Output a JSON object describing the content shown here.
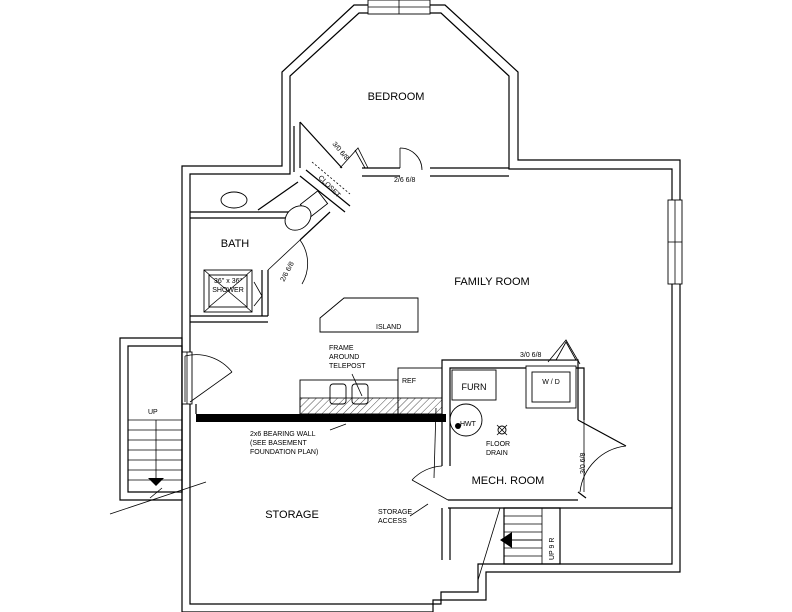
{
  "rooms": {
    "bedroom": "BEDROOM",
    "family_room": "FAMILY ROOM",
    "bath": "BATH",
    "storage": "STORAGE",
    "mech_room": "MECH. ROOM"
  },
  "labels": {
    "shower_line1": "36\" x 36\"",
    "shower_line2": "SHOWER",
    "closet": "CLOSET",
    "island": "ISLAND",
    "frame_line1": "FRAME",
    "frame_line2": "AROUND",
    "frame_line3": "TELEPOST",
    "ref": "REF",
    "furn": "FURN",
    "wd": "W / D",
    "hwt": "HWT",
    "floor_drain_line1": "FLOOR",
    "floor_drain_line2": "DRAIN",
    "bearing_line1": "2x6 BEARING WALL",
    "bearing_line2": "(SEE BASEMENT",
    "bearing_line3": "FOUNDATION PLAN)",
    "storage_access_line1": "STORAGE",
    "storage_access_line2": "ACCESS",
    "stair_up_left": "UP",
    "stair_up_right": "UP 9 R"
  },
  "doors": {
    "closet_door": "3/0 6/8",
    "bedroom_door": "2/6 6/8",
    "bath_door": "2/6 6/8",
    "laundry_door": "3/0 6/8",
    "mech_door": "3/0 6/8"
  }
}
